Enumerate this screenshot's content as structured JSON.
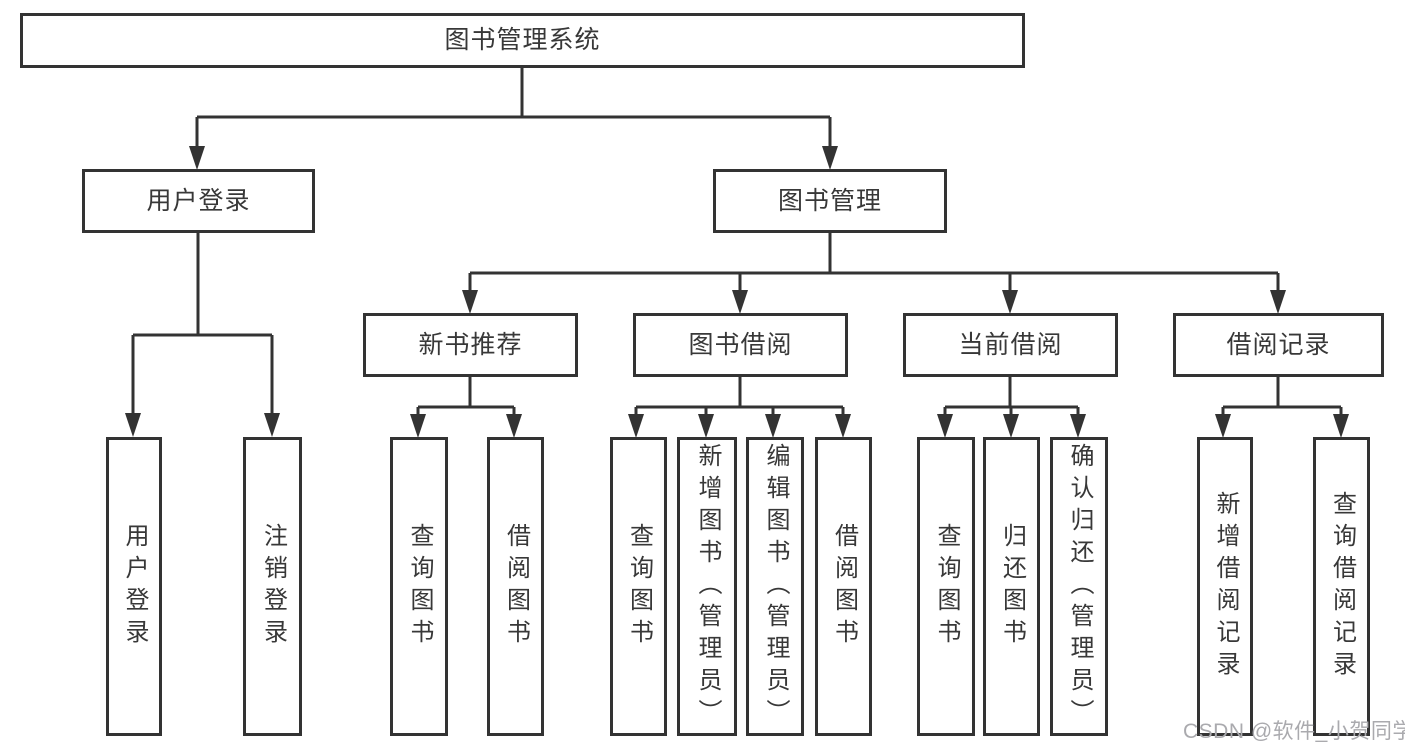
{
  "diagram": {
    "title": "图书管理系统",
    "root": {
      "label": "图书管理系统",
      "children": [
        {
          "label": "用户登录",
          "children": [
            {
              "label": "用户登录"
            },
            {
              "label": "注销登录"
            }
          ]
        },
        {
          "label": "图书管理",
          "children": [
            {
              "label": "新书推荐",
              "children": [
                {
                  "label": "查询图书"
                },
                {
                  "label": "借阅图书"
                }
              ]
            },
            {
              "label": "图书借阅",
              "children": [
                {
                  "label": "查询图书"
                },
                {
                  "label": "新增图书（管理员）"
                },
                {
                  "label": "编辑图书（管理员）"
                },
                {
                  "label": "借阅图书"
                }
              ]
            },
            {
              "label": "当前借阅",
              "children": [
                {
                  "label": "查询图书"
                },
                {
                  "label": "归还图书"
                },
                {
                  "label": "确认归还（管理员）"
                }
              ]
            },
            {
              "label": "借阅记录",
              "children": [
                {
                  "label": "新增借阅记录"
                },
                {
                  "label": "查询借阅记录"
                }
              ]
            }
          ]
        }
      ]
    },
    "colors": {
      "line": "#333333",
      "text": "#383838",
      "background": "#ffffff",
      "watermark_text": "#aaaaae"
    }
  },
  "watermark": {
    "text": "CSDN @软件_小贺同学"
  }
}
